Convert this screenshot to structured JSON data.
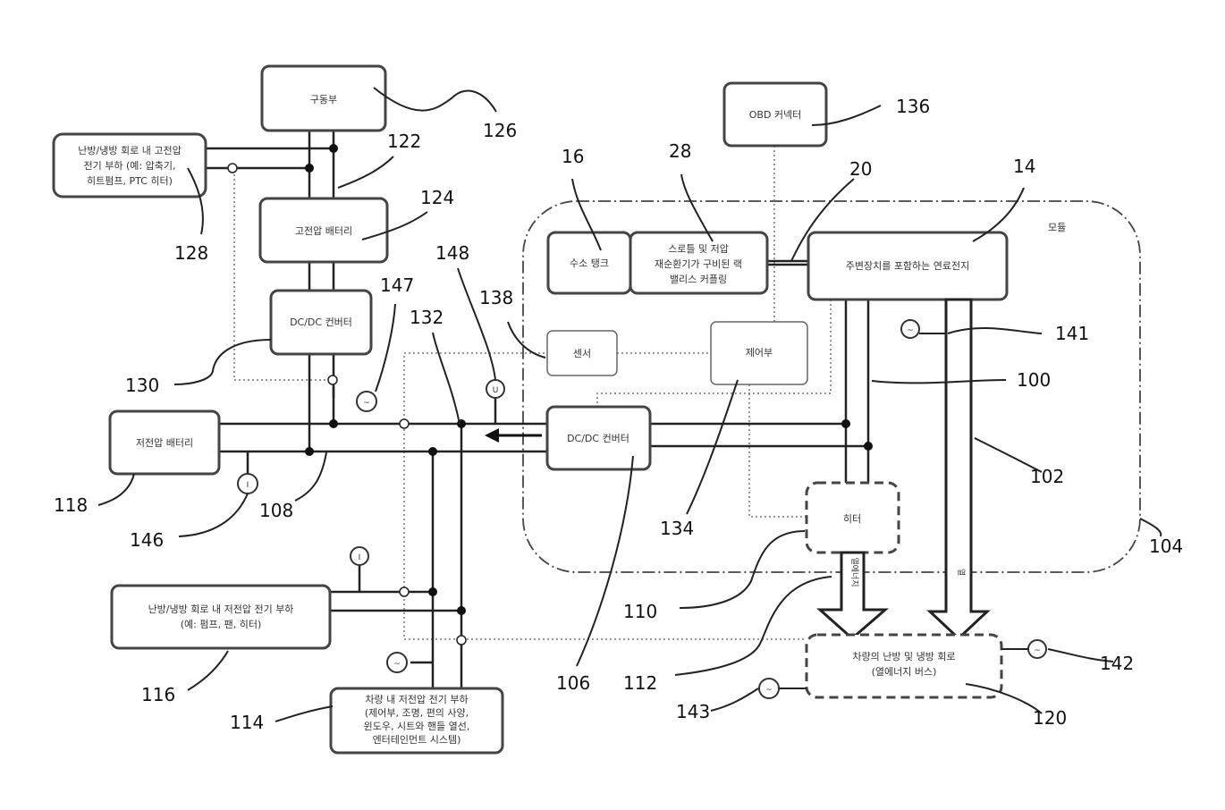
{
  "module_label": "모듈",
  "boxes": {
    "drive": "구동부",
    "hv_load_1": "난방/냉방 회로 내 고전압",
    "hv_load_2": "전기 부하 (예: 압축기,",
    "hv_load_3": "히트펌프, PTC 히터)",
    "hv_battery": "고전압 배터리",
    "dcdc_left_1": "DC/DC 컨버터",
    "lv_battery": "저전압 배터리",
    "lv_hvac_1": "난방/냉방 회로 내 저전압 전기 부하",
    "lv_hvac_2": "(예: 펌프, 팬, 히터)",
    "vehicle_load_1": "차량 내 저전압 전기 부하",
    "vehicle_load_2": "(제어부, 조명, 편의 사양,",
    "vehicle_load_3": "윈도우, 시트와 핸들 열선,",
    "vehicle_load_4": "엔터테인먼트 시스템)",
    "obd": "OBD 커넥터",
    "h2_tank": "수소 탱크",
    "coupling_1": "스로틀 및 저압",
    "coupling_2": "재순환기가 구비된 랙",
    "coupling_3": "밸리스 커플링",
    "fuel_cell": "주변장치를 포함하는 연료전지",
    "sensor": "센서",
    "controller": "제어부",
    "dcdc_right": "DC/DC 컨버터",
    "heater": "히터",
    "thermal_1": "차량의 난방 및 냉방 회로",
    "thermal_2": "(열에너지 버스)"
  },
  "arrow_labels": {
    "heat_energy": "열에너지",
    "heat": "열"
  },
  "meters": {
    "i": "I",
    "u": "U",
    "t": "~"
  },
  "refs": {
    "r126": "126",
    "r122": "122",
    "r124": "124",
    "r128": "128",
    "r147": "147",
    "r148": "148",
    "r130": "130",
    "r132": "132",
    "r138": "138",
    "r136": "136",
    "r16": "16",
    "r28": "28",
    "r20": "20",
    "r14": "14",
    "r141": "141",
    "r100": "100",
    "r102": "102",
    "r118": "118",
    "r146": "146",
    "r108": "108",
    "r134": "134",
    "r104": "104",
    "r110": "110",
    "r106": "106",
    "r112": "112",
    "r116": "116",
    "r114": "114",
    "r143": "143",
    "r142": "142",
    "r120": "120"
  }
}
